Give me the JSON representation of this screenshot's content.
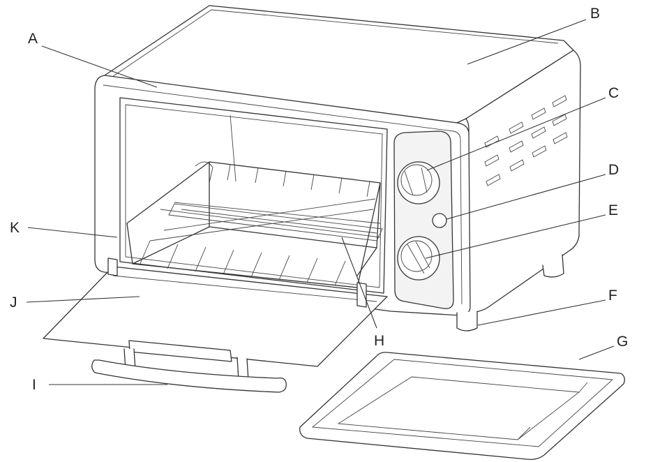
{
  "diagram": {
    "labels": {
      "a": "A",
      "b": "B",
      "c": "C",
      "d": "D",
      "e": "E",
      "f": "F",
      "g": "G",
      "h": "H",
      "i": "I",
      "j": "J",
      "k": "K"
    }
  }
}
